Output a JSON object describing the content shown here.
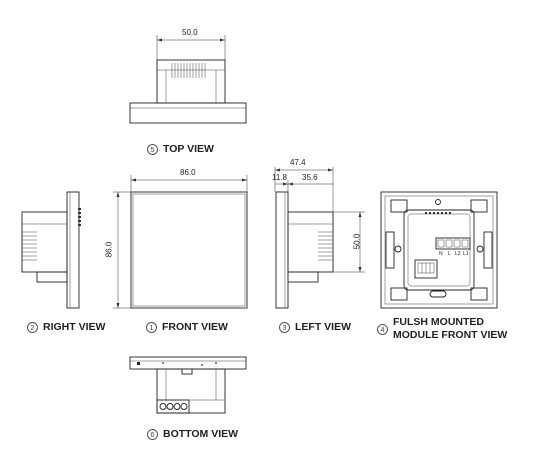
{
  "views": [
    {
      "num": "5",
      "title": "TOP VIEW"
    },
    {
      "num": "2",
      "title": "RIGHT VIEW"
    },
    {
      "num": "1",
      "title": "FRONT VIEW"
    },
    {
      "num": "3",
      "title": "LEFT VIEW"
    },
    {
      "num": "4",
      "title": "FULSH MOUNTED",
      "title2": "MODULE FRONT VIEW"
    },
    {
      "num": "6",
      "title": "BOTTOM VIEW"
    }
  ],
  "dimensions": {
    "top_width": "50.0",
    "front_width": "86.0",
    "front_height": "86.0",
    "left_total": "47.4",
    "left_panel": "11.8",
    "left_body": "35.6",
    "left_height": "50.0"
  },
  "terminals": [
    "N",
    "L",
    "L2",
    "L1"
  ]
}
